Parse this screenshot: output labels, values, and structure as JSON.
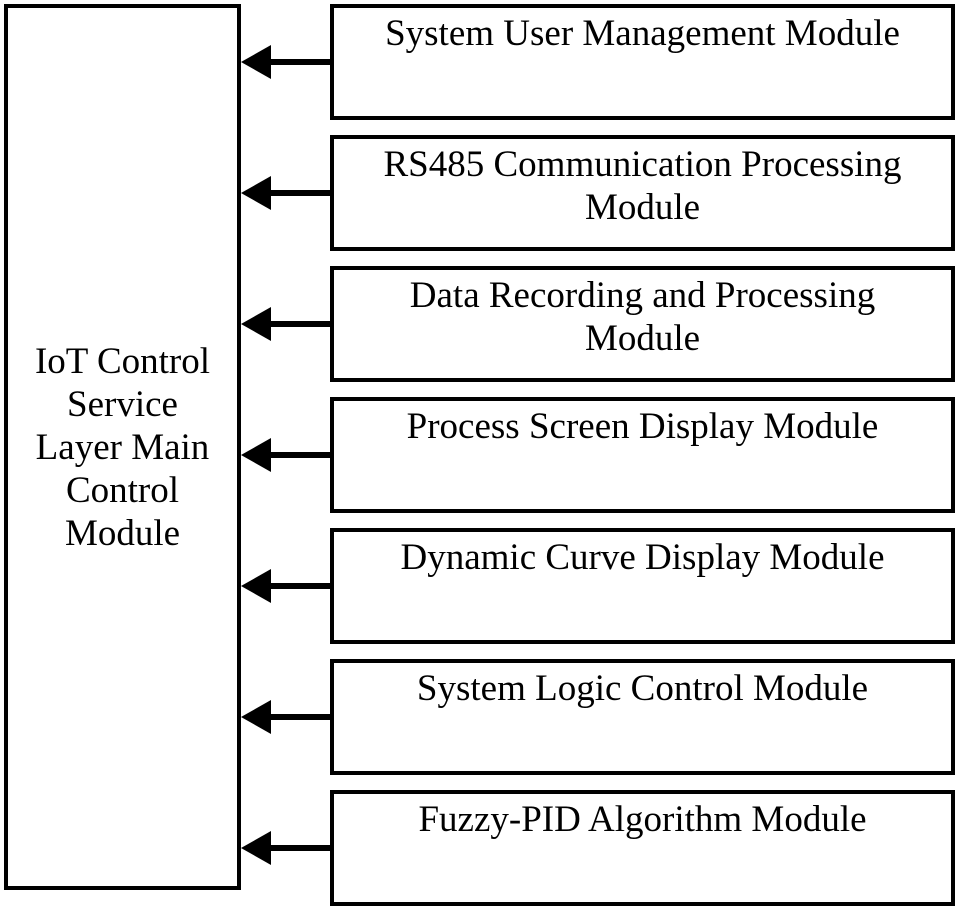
{
  "diagram": {
    "left_module": {
      "label": "IoT Control\nService\nLayer Main\nControl\nModule"
    },
    "modules": [
      {
        "label": "System User Management Module"
      },
      {
        "label": "RS485 Communication Processing\nModule"
      },
      {
        "label": "Data Recording and Processing\nModule"
      },
      {
        "label": "Process Screen Display Module"
      },
      {
        "label": "Dynamic Curve Display Module"
      },
      {
        "label": "System Logic Control Module"
      },
      {
        "label": "Fuzzy-PID Algorithm Module"
      }
    ],
    "arrow_direction": "left",
    "colors": {
      "border": "#000000",
      "background": "#ffffff",
      "text": "#000000",
      "arrow": "#000000"
    }
  }
}
